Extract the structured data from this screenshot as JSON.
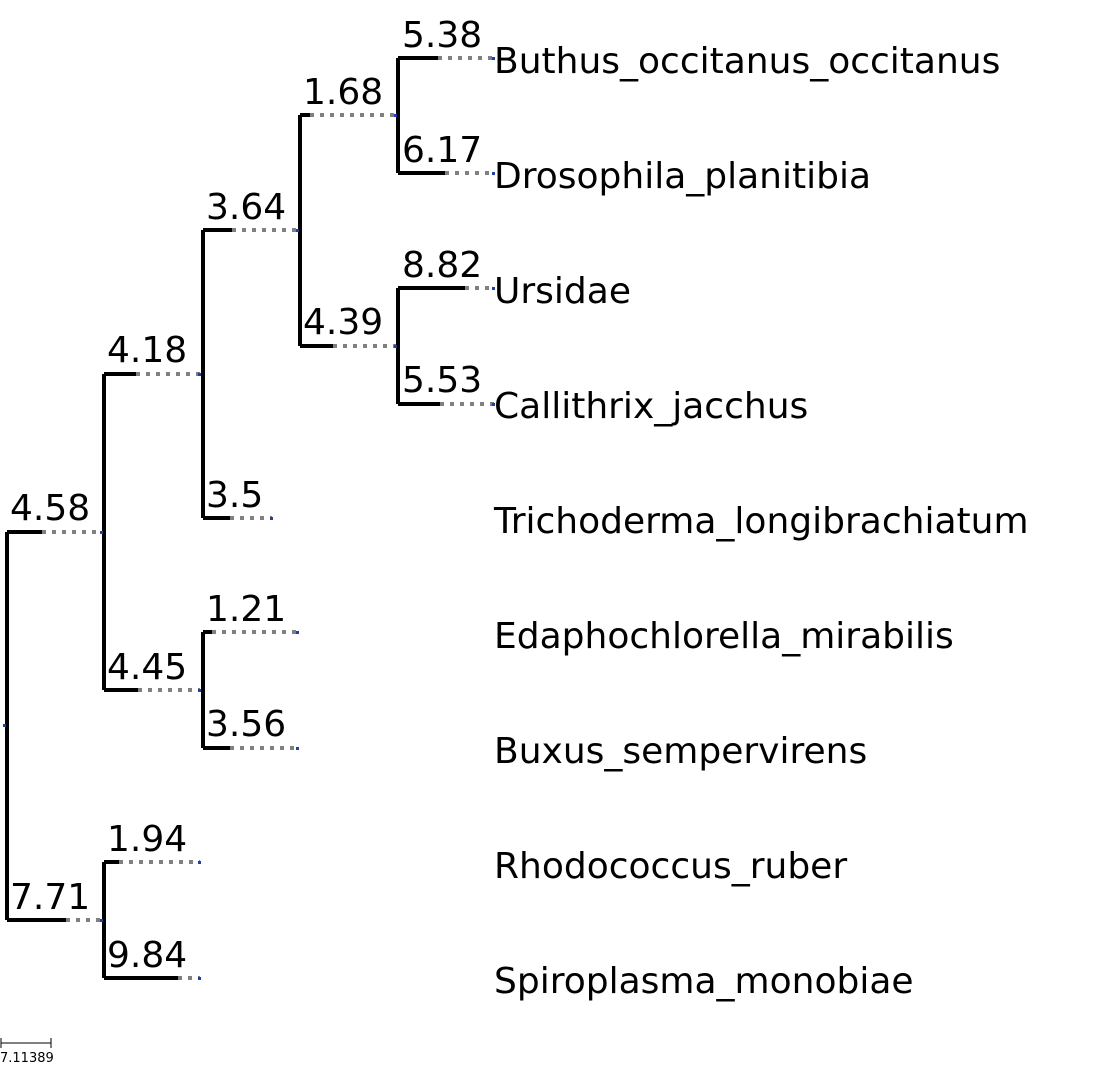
{
  "tree": {
    "leaves": [
      "Buthus_occitanus_occitanus",
      "Drosophila_planitibia",
      "Ursidae",
      "Callithrix_jacchus",
      "Trichoderma_longibrachiatum",
      "Edaphochlorella_mirabilis",
      "Buxus_sempervirens",
      "Rhodococcus_ruber",
      "Spiroplasma_monobiae"
    ],
    "branch_lengths": {
      "clade_a": "4.58",
      "clade_b": "4.18",
      "clade_c": "3.64",
      "clade_d": "1.68",
      "buthus": "5.38",
      "drosophila": "6.17",
      "clade_e": "4.39",
      "ursidae": "8.82",
      "callithrix": "5.53",
      "trichoderma": "3.5",
      "clade_f": "4.45",
      "edaphochlorella": "1.21",
      "buxus": "3.56",
      "clade_g": "7.71",
      "rhodococcus": "1.94",
      "spiroplasma": "9.84"
    },
    "scale_bar": "7.11389",
    "colors": {
      "branch": "#000000",
      "dotted": "#808080",
      "tip": "#1f3ea8"
    }
  }
}
